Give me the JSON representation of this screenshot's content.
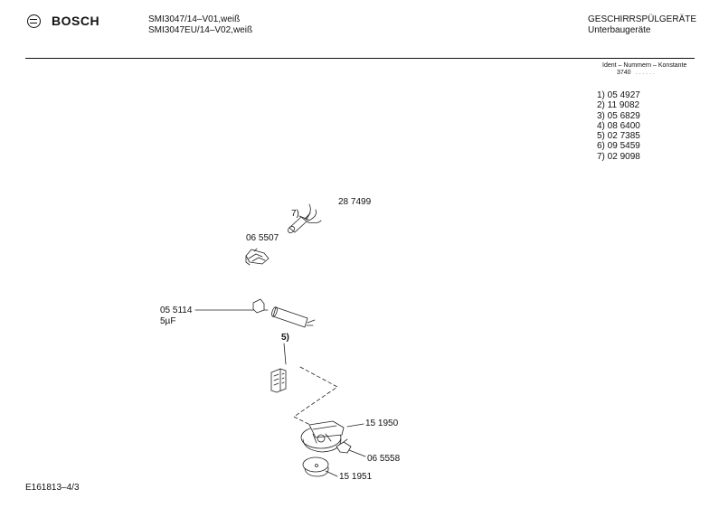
{
  "header": {
    "brand": "BOSCH",
    "model_line1": "SMI3047/14–V01,weiß",
    "model_line2": "SMI3047EU/14–V02,weiß",
    "category": "GESCHIRRSPÜLGERÄTE",
    "subcategory": "Unterbaugeräte"
  },
  "ident": {
    "label": "Ident – Nummern – Konstante",
    "constant": "3740",
    "dots": ". . . . . .",
    "items": [
      "1) 05 4927",
      "2) 11 9082",
      "3) 05 6829",
      "4) 08 6400",
      "5) 02 7385",
      "6) 09 5459",
      "7) 02 9098"
    ]
  },
  "parts": {
    "p287499": "28 7499",
    "p7": "7)",
    "p065507": "06 5507",
    "p055114": "05 5114",
    "cap": "5µF",
    "p5": "5)",
    "p151950": "15 1950",
    "p065558": "06 5558",
    "p151951": "15 1951"
  },
  "footer": {
    "doc_id": "E161813–4/3"
  }
}
